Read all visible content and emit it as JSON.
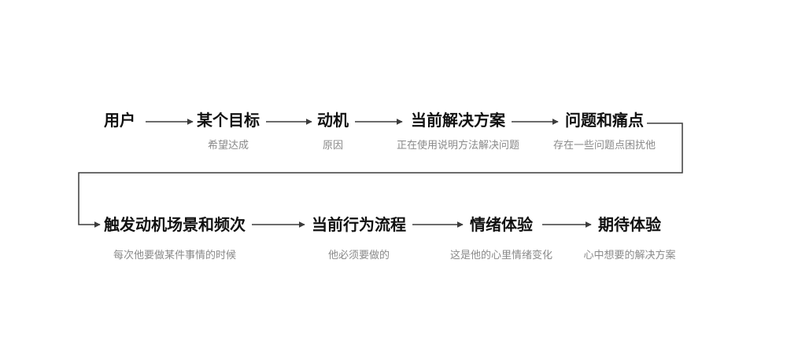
{
  "colors": {
    "background": "#ffffff",
    "title_text": "#111111",
    "subtitle_text": "#8a8a8a",
    "connector_line": "#3c3c3c"
  },
  "flow": {
    "row1": [
      {
        "title": "用户",
        "subtitle": ""
      },
      {
        "title": "某个目标",
        "subtitle": "希望达成"
      },
      {
        "title": "动机",
        "subtitle": "原因"
      },
      {
        "title": "当前解决方案",
        "subtitle": "正在使用说明方法解决问题"
      },
      {
        "title": "问题和痛点",
        "subtitle": "存在一些问题点困扰他"
      }
    ],
    "row2": [
      {
        "title": "触发动机场景和频次",
        "subtitle": "每次他要做某件事情的时候"
      },
      {
        "title": "当前行为流程",
        "subtitle": "他必须要做的"
      },
      {
        "title": "情绪体验",
        "subtitle": "这是他的心里情绪变化"
      },
      {
        "title": "期待体验",
        "subtitle": "心中想要的解决方案"
      }
    ],
    "connections": [
      "用户→某个目标",
      "某个目标→动机",
      "动机→当前解决方案",
      "当前解决方案→问题和痛点",
      "问题和痛点→触发动机场景和频次",
      "触发动机场景和频次→当前行为流程",
      "当前行为流程→情绪体验",
      "情绪体验→期待体验"
    ]
  }
}
